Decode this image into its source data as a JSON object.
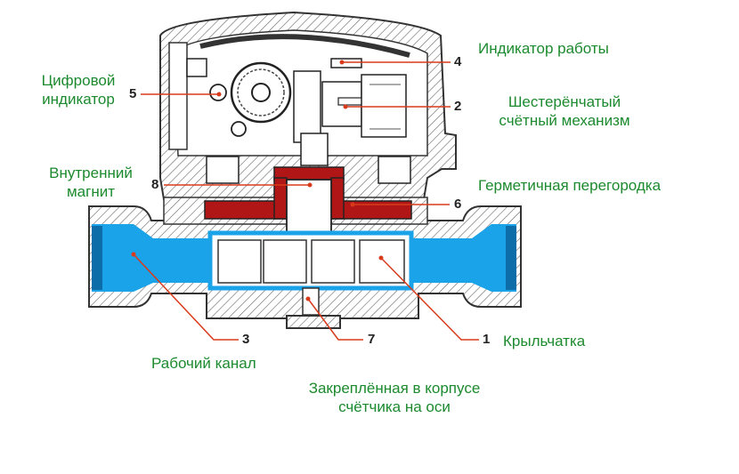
{
  "colors": {
    "label_green": "#1c8a2e",
    "leader_red": "#d93a1a",
    "water_blue": "#1aa3e8",
    "seal_red": "#b01616",
    "body_outline": "#333333"
  },
  "labels": {
    "work_indicator": "Индикатор работы",
    "digital_indicator_1": "Цифровой",
    "digital_indicator_2": "индикатор",
    "gear_mechanism_1": "Шестерёнчатый",
    "gear_mechanism_2": "счётный механизм",
    "inner_magnet_1": "Внутренний",
    "inner_magnet_2": "магнит",
    "sealed_partition": "Герметичная перегородка",
    "impeller": "Крыльчатка",
    "work_channel": "Рабочий канал",
    "axis_1": "Закреплённая в корпусе",
    "axis_2": "счётчика на оси"
  },
  "callouts": {
    "n1": "1",
    "n2": "2",
    "n3": "3",
    "n4": "4",
    "n5": "5",
    "n6": "6",
    "n7": "7",
    "n8": "8"
  }
}
